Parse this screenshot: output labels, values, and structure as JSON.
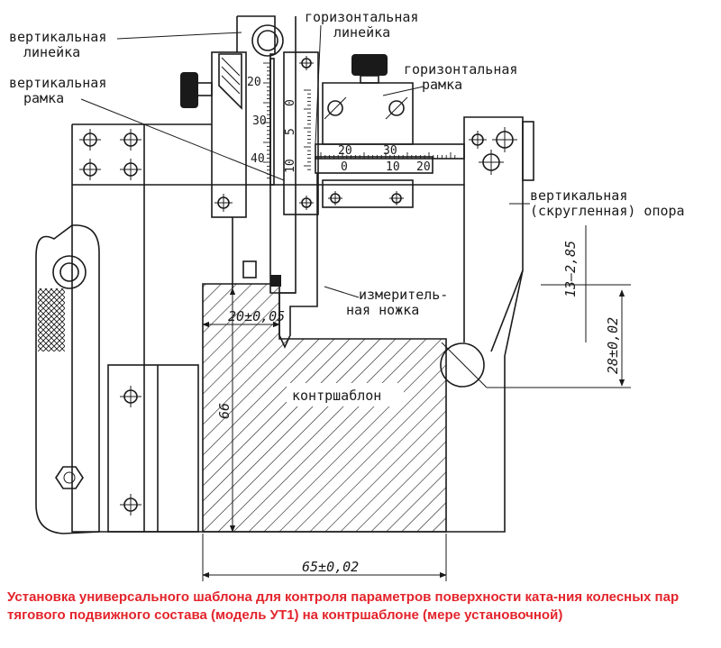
{
  "labels": {
    "vertical_ruler": [
      "вертикальная",
      "линейка"
    ],
    "vertical_frame": [
      "вертикальная",
      "рамка"
    ],
    "horizontal_ruler": [
      "горизонтальная",
      "линейка"
    ],
    "horizontal_frame": [
      "горизонтальная",
      "рамка"
    ],
    "vertical_support": [
      "вертикальная",
      "(скругленная) опора"
    ],
    "measuring_foot": [
      "измеритель-",
      "ная ножка"
    ],
    "counter_template": "контршаблон"
  },
  "scales": {
    "vertical": [
      "20",
      "30",
      "40"
    ],
    "vertical_vernier": [
      "0",
      "5",
      "10"
    ],
    "horizontal_upper": [
      "20",
      "30"
    ],
    "horizontal_lower": [
      "0",
      "10",
      "20"
    ]
  },
  "dimensions": {
    "top_offset": "20±0,05",
    "height": "66",
    "width": "65±0,02",
    "range": "13–2,85",
    "support_height": "28±0,02"
  },
  "caption": "Установка универсального шаблона для контроля параметров поверхности ката-ния колесных пар тягового подвижного состава (модель УТ1) на контршаблоне (мере установочной)",
  "colors": {
    "caption": "#e3242b",
    "ink": "#1a1a1a"
  }
}
